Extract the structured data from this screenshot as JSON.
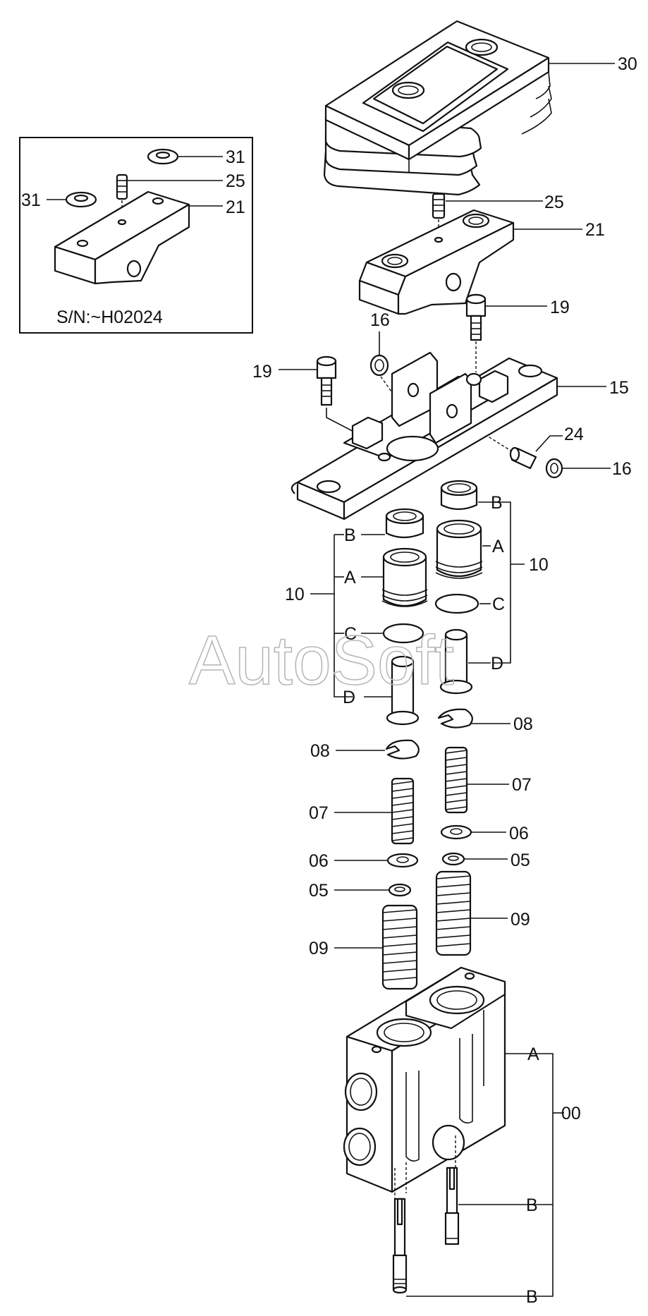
{
  "watermark": "AutoSoft",
  "inset": {
    "serial_text": "S/N:~H02024"
  },
  "labels": {
    "p30": "30",
    "p25": "25",
    "p21": "21",
    "p19": "19",
    "p16": "16",
    "p15": "15",
    "p24": "24",
    "p10": "10",
    "pA": "A",
    "pB": "B",
    "pC": "C",
    "pD": "D",
    "p08": "08",
    "p07": "07",
    "p06": "06",
    "p05": "05",
    "p09": "09",
    "p31": "31",
    "p00": "00"
  }
}
